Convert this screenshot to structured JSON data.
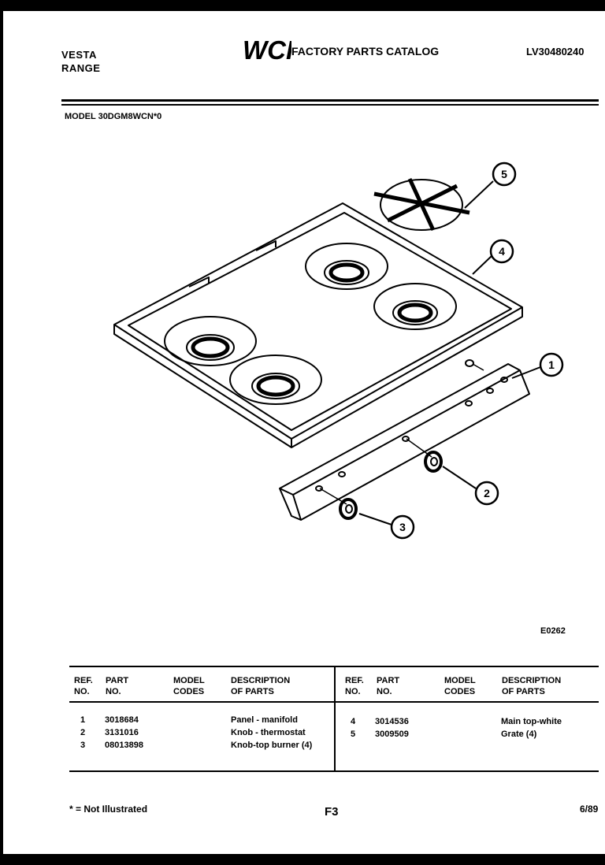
{
  "header": {
    "brand_line1": "VESTA",
    "brand_line2": "RANGE",
    "logo_text": "WCI",
    "catalog_title": "FACTORY PARTS CATALOG",
    "catalog_number": "LV30480240",
    "model_line": "MODEL 30DGM8WCN*0"
  },
  "diagram": {
    "diagram_id": "E0262",
    "callouts": [
      "1",
      "2",
      "3",
      "4",
      "5"
    ]
  },
  "parts_table": {
    "headers": {
      "ref": "REF.\nNO.",
      "part": "PART\nNO.",
      "model": "MODEL\nCODES",
      "desc": "DESCRIPTION\nOF PARTS"
    },
    "left_rows": [
      {
        "ref": "1",
        "part": "3018684",
        "model": "",
        "desc": "Panel - manifold"
      },
      {
        "ref": "2",
        "part": "3131016",
        "model": "",
        "desc": "Knob - thermostat"
      },
      {
        "ref": "3",
        "part": "08013898",
        "model": "",
        "desc": "Knob-top burner (4)"
      }
    ],
    "right_rows": [
      {
        "ref": "4",
        "part": "3014536",
        "model": "",
        "desc": "Main top-white"
      },
      {
        "ref": "5",
        "part": "3009509",
        "model": "",
        "desc": "Grate (4)"
      }
    ]
  },
  "footer": {
    "footnote": "* = Not Illustrated",
    "page_code": "F3",
    "date": "6/89"
  },
  "colors": {
    "ink": "#000000",
    "paper": "#ffffff"
  }
}
